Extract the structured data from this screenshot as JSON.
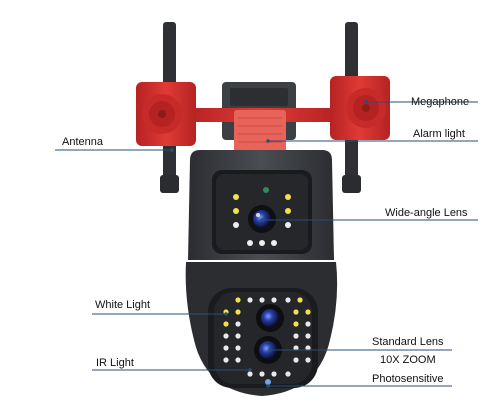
{
  "labels": {
    "megaphone": "Megaphone",
    "antenna": "Antenna",
    "alarm_light": "Alarm light",
    "wide_angle_lens": "Wide-angle Lens",
    "white_light": "White Light",
    "standard_lens": "Standard Lens",
    "zoom": "10X ZOOM",
    "ir_light": "IR Light",
    "photosensitive": "Photosensitive"
  },
  "colors": {
    "leader_line": "#2a4e7a",
    "housing": "#3a3d42",
    "speaker_red": "#d8302f",
    "alarm_red": "#e8645a"
  }
}
